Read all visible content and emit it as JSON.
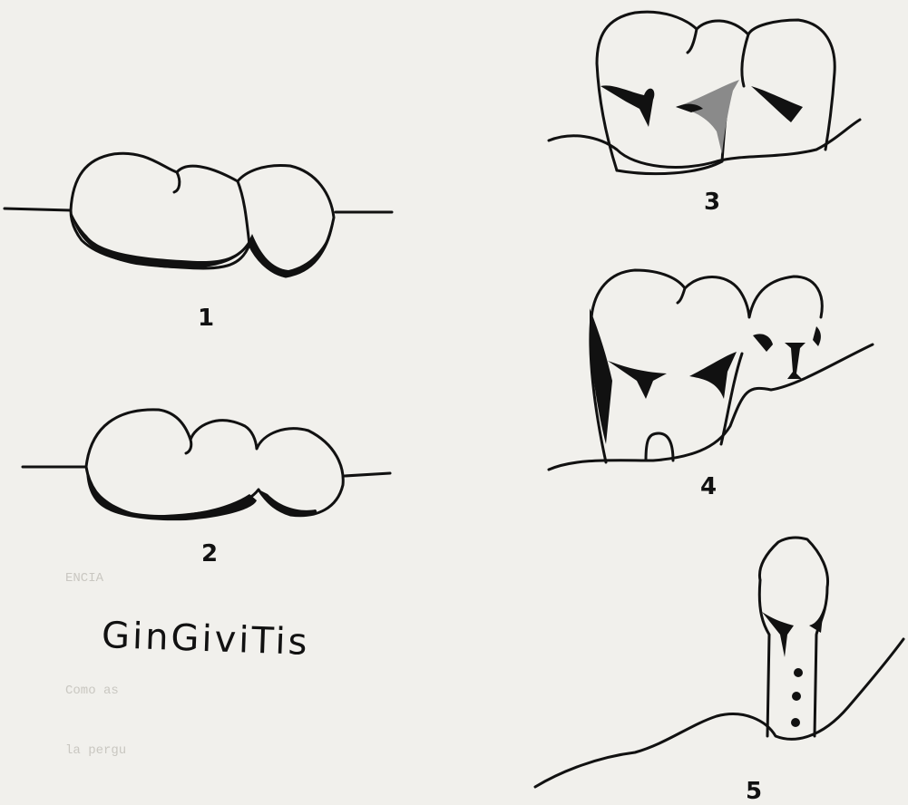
{
  "caption": "GinGiviTis",
  "figure_labels": [
    "1",
    "2",
    "3",
    "4",
    "5"
  ],
  "show_through_text": [
    "ENCIA",
    "Como as",
    "la pergu"
  ]
}
